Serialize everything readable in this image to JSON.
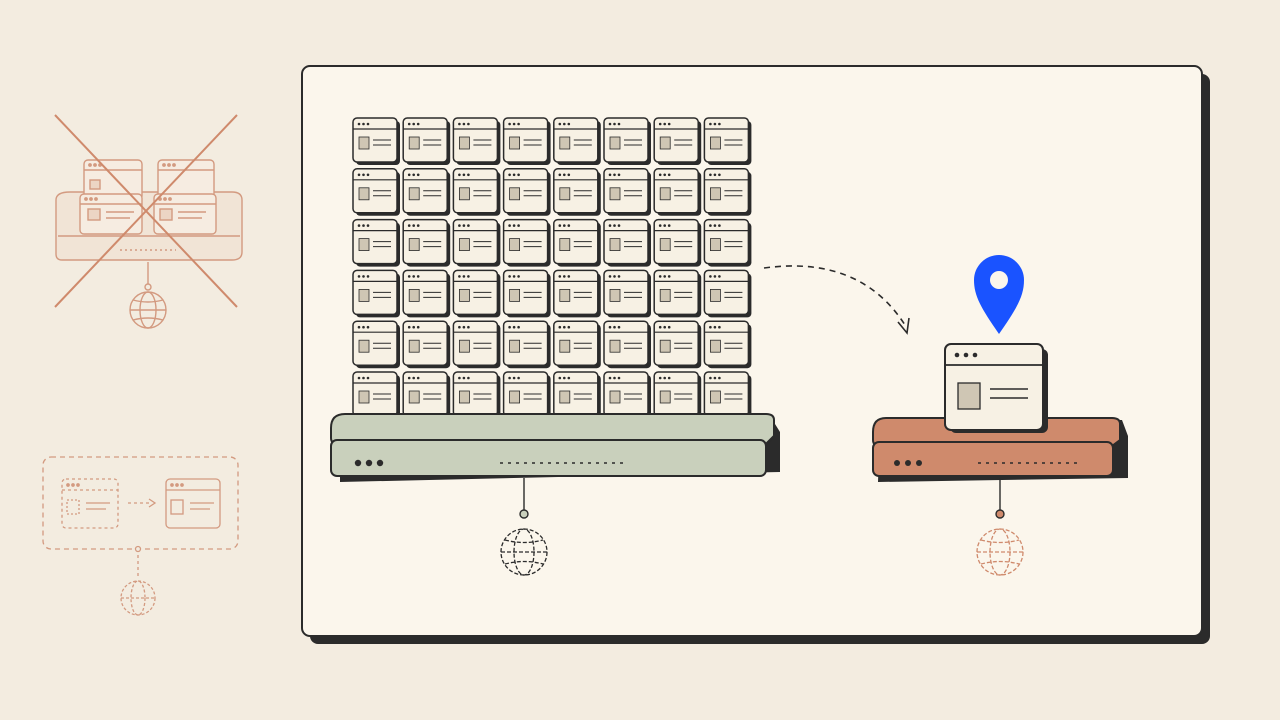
{
  "palette": {
    "background": "#f3ece0",
    "panel": "#fbf6ec",
    "ink": "#2b2b2b",
    "card": "#f7f1e4",
    "card_square": "#cfc6b4",
    "sage_server": "#c9d0bc",
    "terracotta_server": "#cf8a6c",
    "faded_terracotta": "#d39a80",
    "pin_blue": "#1a53ff"
  },
  "main_panel": {
    "many_sites_grid": {
      "rows": 6,
      "columns": 8
    },
    "shared_server_color": "sage",
    "dedicated_server_color": "terracotta",
    "pin_icon": "location-pin-icon",
    "globe_icon": "globe-icon",
    "arrow": "dashed-curved-arrow"
  },
  "side_icons": {
    "top": "crossed-out-shared-server-icon",
    "bottom": "site-migration-icon"
  }
}
